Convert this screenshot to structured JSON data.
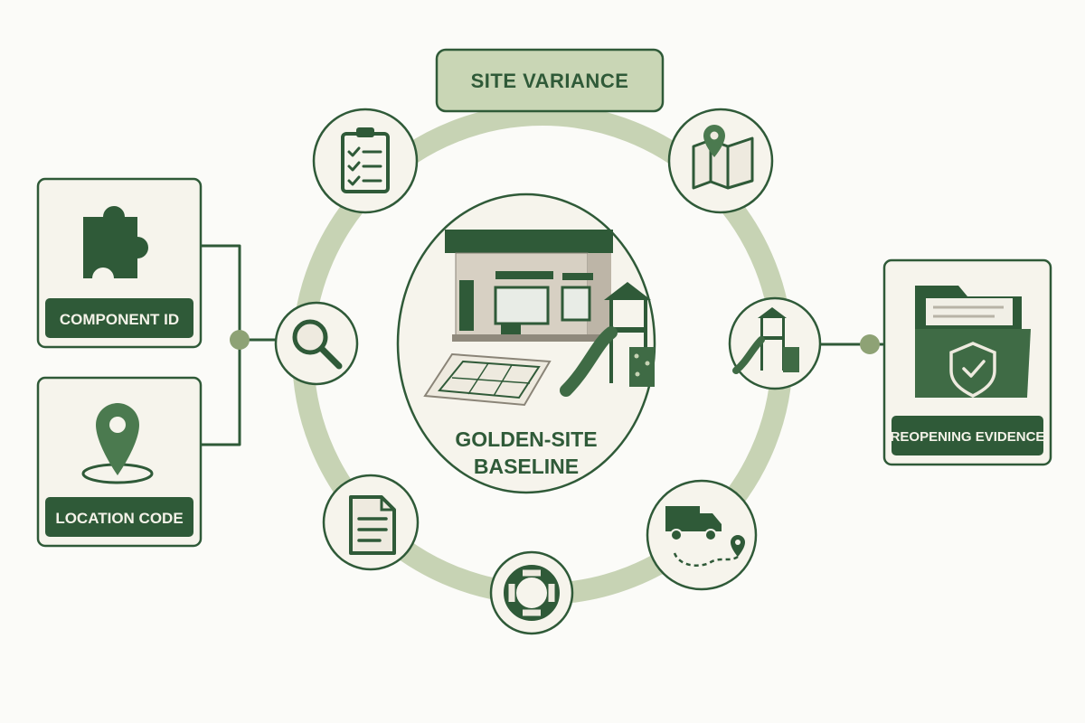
{
  "diagram": {
    "top_label": "SITE VARIANCE",
    "center": {
      "line1": "GOLDEN-SITE",
      "line2": "BASELINE"
    },
    "left_cards": [
      {
        "label": "COMPONENT ID",
        "icon": "puzzle-piece-icon"
      },
      {
        "label": "LOCATION CODE",
        "icon": "location-pin-icon"
      }
    ],
    "right_card": {
      "label": "REOPENING EVIDENCE",
      "icon": "secure-folder-icon"
    },
    "ring_nodes": [
      {
        "icon": "clipboard-checklist-icon"
      },
      {
        "icon": "map-pin-icon"
      },
      {
        "icon": "magnifier-icon"
      },
      {
        "icon": "playground-icon"
      },
      {
        "icon": "document-icon"
      },
      {
        "icon": "truck-route-icon"
      },
      {
        "icon": "life-ring-icon"
      }
    ],
    "colors": {
      "dark_green": "#2f5a38",
      "ring_green": "#c7d3b4",
      "cream": "#f6f4ec",
      "background": "#fbfbf8"
    }
  }
}
